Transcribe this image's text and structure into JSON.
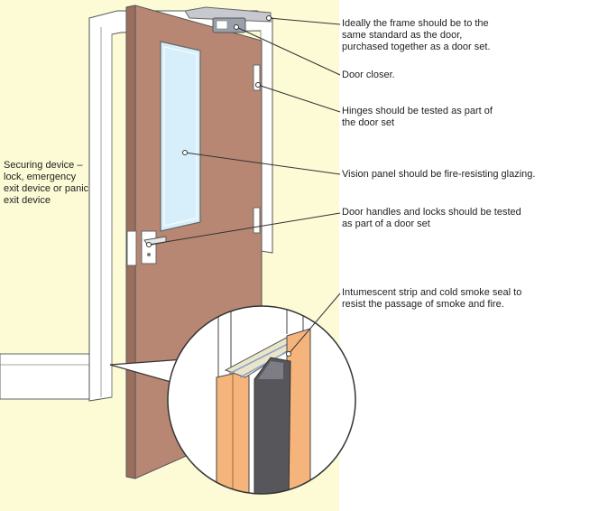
{
  "labels": {
    "frame": "Ideally the frame should be to the\nsame standard as the door,\npurchased together as a door set.",
    "closer": "Door closer.",
    "hinges": "Hinges should be tested as part of\nthe door set",
    "securing": "Securing device –\nlock, emergency\nexit device or panic\nexit device",
    "vision": "Vision panel should be fire-resisting glazing.",
    "handles": "Door handles and locks should be tested\nas part of a door set",
    "intumescent": "Intumescent strip and cold smoke seal to\nresist the passage of smoke and fire."
  },
  "colors": {
    "wall": "#fcfbd6",
    "door": "#b78773",
    "door_edge": "#9a6f5d",
    "frame": "#ffffff",
    "glass": "#d6effa",
    "seal_orange": "#f5b47c",
    "seal_dark": "#56565b",
    "outline": "#333333"
  }
}
